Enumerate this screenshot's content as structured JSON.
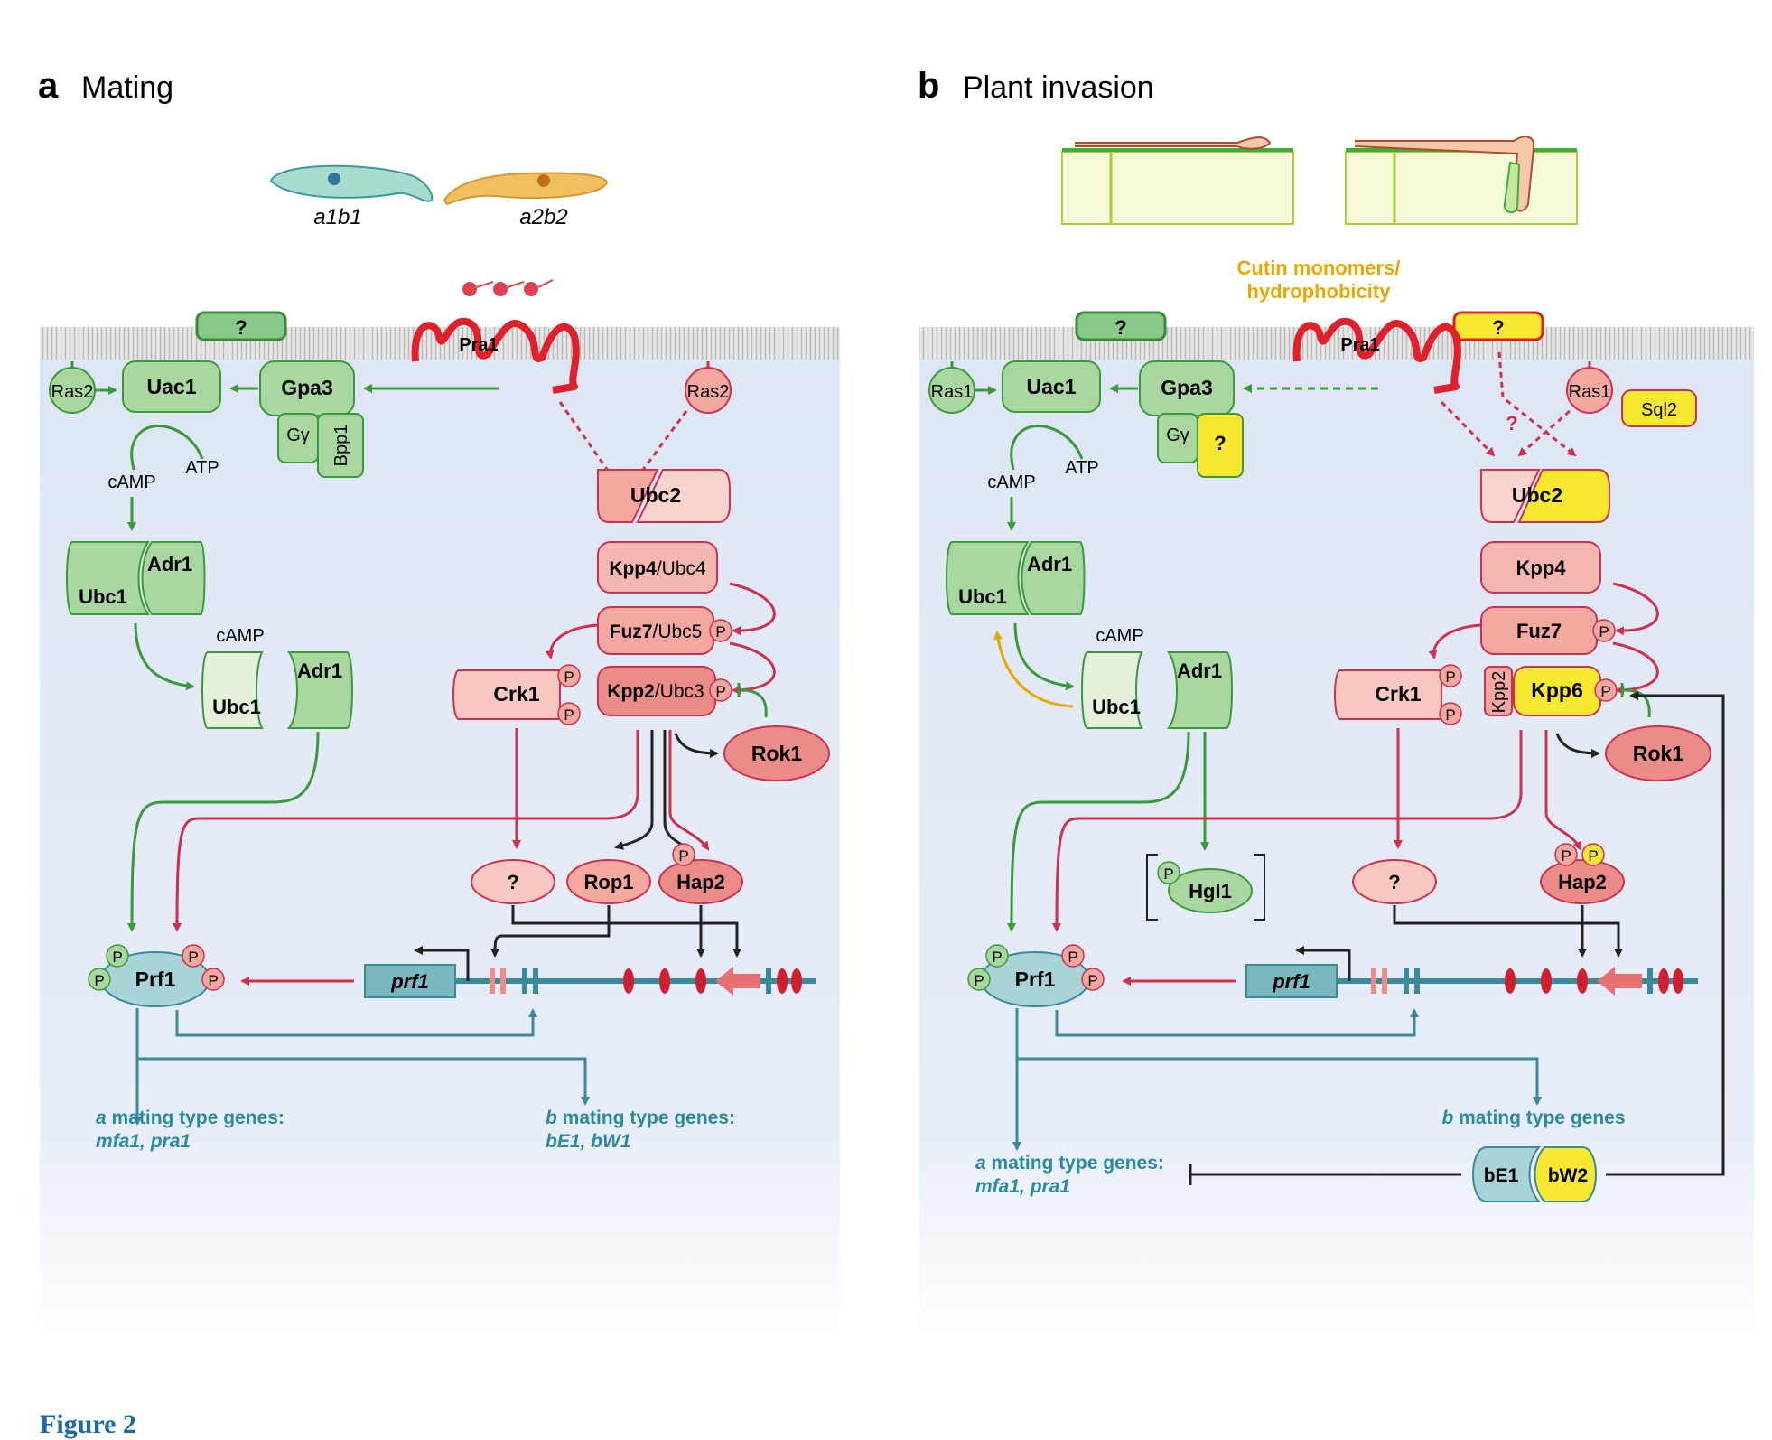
{
  "panel_a": {
    "letter": "a",
    "title": "Mating",
    "cells": [
      "a1b1",
      "a2b2"
    ],
    "receptor": "Pra1",
    "unknown": "?",
    "ras": "Ras2",
    "ras_right": "Ras2",
    "uac1": "Uac1",
    "gpa3": "Gpa3",
    "ggamma": "Gγ",
    "bpp1": "Bpp1",
    "camp": "cAMP",
    "atp": "ATP",
    "adr1": "Adr1",
    "ubc1": "Ubc1",
    "camp2": "cAMP",
    "adr1b": "Adr1",
    "ubc1b": "Ubc1",
    "ubc2": "Ubc2",
    "kpp4": "Kpp4",
    "ubc4": "/Ubc4",
    "fuz7": "Fuz7",
    "ubc5": "/Ubc5",
    "kpp2": "Kpp2",
    "ubc3": "/Ubc3",
    "crk1": "Crk1",
    "rok1": "Rok1",
    "q": "?",
    "rop1": "Rop1",
    "hap2": "Hap2",
    "prf1": "Prf1",
    "prf1_gene": "prf1",
    "p": "P",
    "a_genes_title": "a",
    "a_genes_rest": " mating type genes:",
    "a_genes_list": "mfa1, pra1",
    "b_genes_title": "b",
    "b_genes_rest": " mating type genes:",
    "b_genes_list": "bE1, bW1"
  },
  "panel_b": {
    "letter": "b",
    "title": "Plant invasion",
    "signal_line1": "Cutin monomers/",
    "signal_line2": "hydrophobicity",
    "receptor": "Pra1",
    "unknown": "?",
    "unknown2": "?",
    "ras": "Ras1",
    "ras_right": "Ras1",
    "sql2": "Sql2",
    "uac1": "Uac1",
    "gpa3": "Gpa3",
    "ggamma": "Gγ",
    "q_small": "?",
    "q_arrow": "?",
    "camp": "cAMP",
    "atp": "ATP",
    "adr1": "Adr1",
    "ubc1": "Ubc1",
    "camp2": "cAMP",
    "adr1b": "Adr1",
    "ubc1b": "Ubc1",
    "ubc2": "Ubc2",
    "kpp4": "Kpp4",
    "fuz7": "Fuz7",
    "kpp2": "Kpp2",
    "kpp6": "Kpp6",
    "crk1": "Crk1",
    "rok1": "Rok1",
    "hgl1": "Hgl1",
    "q": "?",
    "hap2": "Hap2",
    "prf1": "Prf1",
    "prf1_gene": "prf1",
    "p": "P",
    "b_genes_title": "b",
    "b_genes_rest": " mating type genes",
    "a_genes_title": "a",
    "a_genes_rest": " mating type genes:",
    "a_genes_list": "mfa1, pra1",
    "be1": "bE1",
    "bw2": "bW2"
  },
  "caption": "Figure 2",
  "colors": {
    "green_fill": "#a8d8a0",
    "green_stroke": "#3a9a3a",
    "red_fill": "#f4a8a0",
    "red_stroke": "#d03050",
    "yellow_fill": "#f8e830",
    "teal": "#3a8a9a",
    "orange_text": "#e8a800"
  }
}
